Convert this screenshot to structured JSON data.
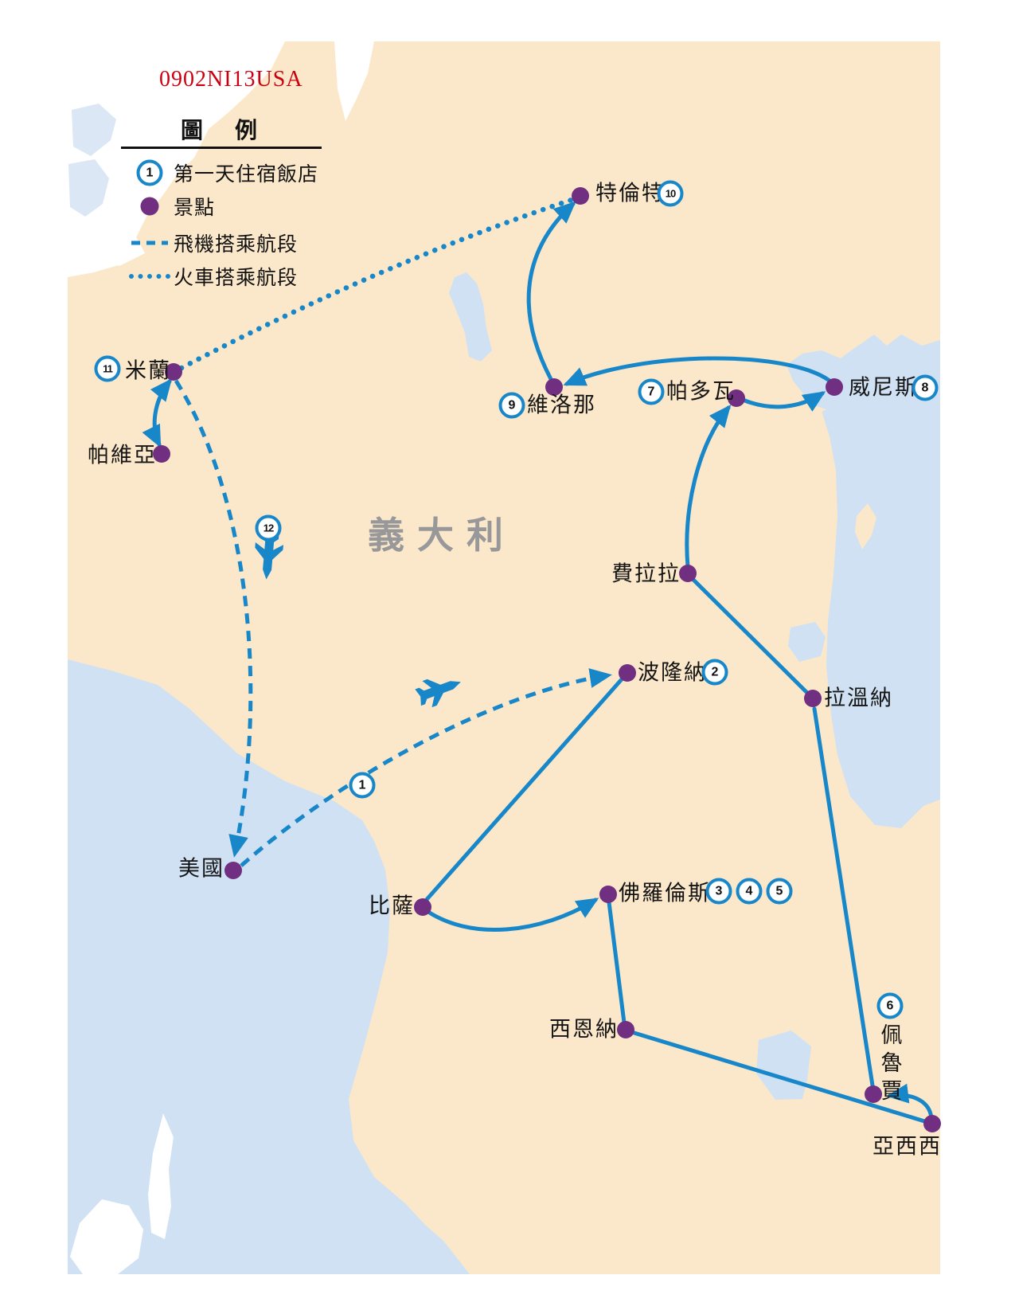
{
  "map_code": "0902NI13USA",
  "country_label": "義大利",
  "legend": {
    "title": "圖　例",
    "items": [
      {
        "symbol": "day-number-badge",
        "badge": "1",
        "label": "第一天住宿飯店"
      },
      {
        "symbol": "poi-dot",
        "label": "景點"
      },
      {
        "symbol": "flight-dashed-line",
        "label": "飛機搭乘航段"
      },
      {
        "symbol": "train-dotted-line",
        "label": "火車搭乘航段"
      }
    ]
  },
  "cities": [
    {
      "id": "trento",
      "label": "特倫特",
      "badges": [
        "10"
      ]
    },
    {
      "id": "milan",
      "label": "米蘭",
      "badges": [
        "11"
      ]
    },
    {
      "id": "pavia",
      "label": "帕維亞",
      "badges": []
    },
    {
      "id": "verona",
      "label": "維洛那",
      "badges": [
        "9"
      ]
    },
    {
      "id": "padova",
      "label": "帕多瓦",
      "badges": [
        "7"
      ]
    },
    {
      "id": "venice",
      "label": "威尼斯",
      "badges": [
        "8"
      ]
    },
    {
      "id": "ferrara",
      "label": "費拉拉",
      "badges": []
    },
    {
      "id": "bologna",
      "label": "波隆納",
      "badges": [
        "2"
      ]
    },
    {
      "id": "ravenna",
      "label": "拉溫納",
      "badges": []
    },
    {
      "id": "usa",
      "label": "美國",
      "badges": []
    },
    {
      "id": "pisa",
      "label": "比薩",
      "badges": []
    },
    {
      "id": "florence",
      "label": "佛羅倫斯",
      "badges": [
        "3",
        "4",
        "5"
      ]
    },
    {
      "id": "siena",
      "label": "西恩納",
      "badges": []
    },
    {
      "id": "perugia",
      "label": "佩魯賈",
      "badges": [
        "6"
      ]
    },
    {
      "id": "assisi",
      "label": "亞西西",
      "badges": []
    }
  ],
  "route_badges": [
    {
      "id": "flight-usa-bologna",
      "number": "1"
    },
    {
      "id": "flight-milan-usa",
      "number": "12"
    }
  ],
  "colors": {
    "land": "#fbe8ca",
    "sea": "#cfe1f3",
    "route_blue": "#1787c9",
    "poi_purple": "#702f80",
    "code_red": "#cc0011",
    "country_gray": "#98989a"
  }
}
